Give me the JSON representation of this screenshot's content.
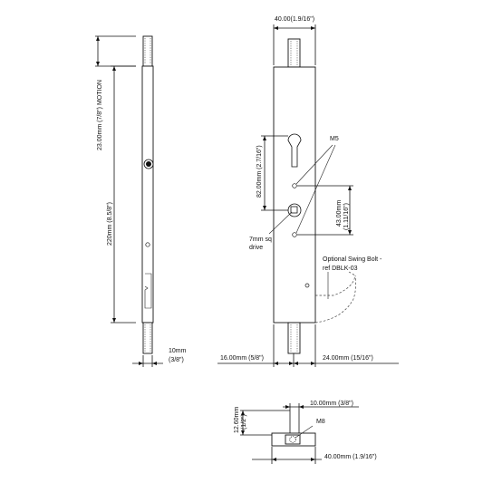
{
  "dimensions": {
    "motion": "23.00mm (7/8\") MOTION",
    "length": "220mm (8.5/8\")",
    "side_thickness": "10mm",
    "side_thickness_imperial": "(3/8\")",
    "width_top": "40.00(1.9/16\")",
    "cyl_to_follower": "82.00mm (2.7/16\")",
    "m5_spacing": "43.00mm",
    "m5_spacing_imperial": "(1.11/16\")",
    "backset_left": "16.00mm (5/8\")",
    "backset_right": "24.00mm (15/16\")",
    "bolt_height": "12.60mm",
    "bolt_height_imperial": "(1/2\")",
    "bolt_width": "10.00mm (3/8\")",
    "width_bottom": "40.00mm (1.9/16\")"
  },
  "labels": {
    "m5": "M5",
    "drive_line1": "7mm sq",
    "drive_line2": "drive",
    "swing_line1": "Optional Swing Bolt -",
    "swing_line2": "ref DBLK-03",
    "m8": "M8"
  }
}
